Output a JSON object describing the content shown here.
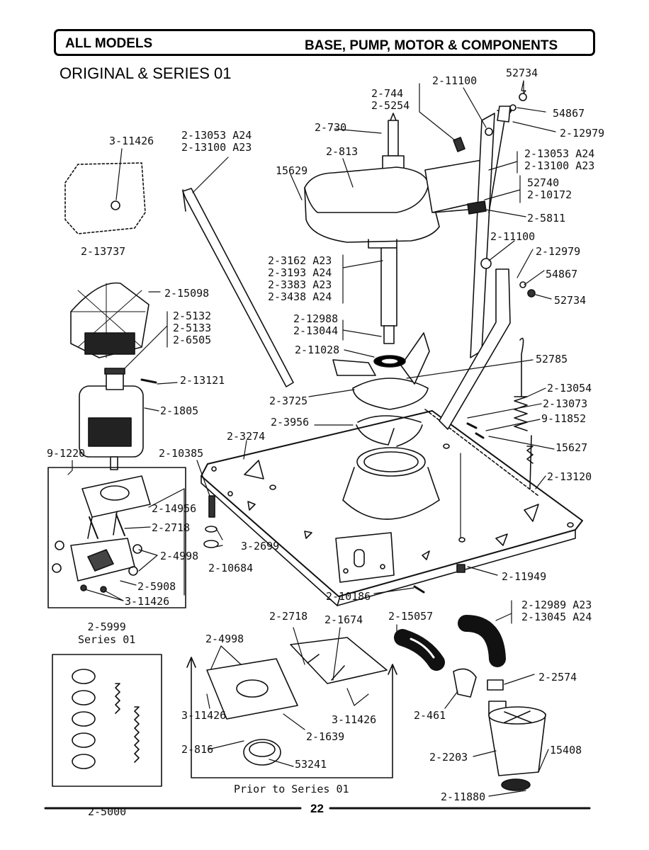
{
  "header": {
    "left": "ALL MODELS",
    "right": "BASE, PUMP, MOTOR & COMPONENTS"
  },
  "subtitle": "ORIGINAL & SERIES 01",
  "page_number": "22",
  "captions": {
    "series01": "2-5999\nSeries 01",
    "kit": "2-5000",
    "prior": "Prior to Series 01"
  },
  "labels": [
    "52734",
    "2-11100",
    "2-744\n2-5254",
    "54867",
    "2-730",
    "2-12979",
    "3-11426",
    "2-13053 A24\n2-13100 A23",
    "2-813",
    "2-13053 A24\n2-13100 A23",
    "15629",
    "52740\n2-10172",
    "2-13737",
    "2-5811",
    "2-11100",
    "2-12979",
    "2-3162 A23\n2-3193 A24\n2-3383 A23\n2-3438 A24",
    "54867",
    "2-15098",
    "52734",
    "2-5132\n2-5133\n2-6505",
    "2-12988\n2-13044",
    "2-11028",
    "52785",
    "2-13121",
    "2-13054",
    "2-3725",
    "2-13073",
    "2-1805",
    "2-3956",
    "9-11852",
    "2-3274",
    "15627",
    "9-1220",
    "2-10385",
    "2-13120",
    "2-14956",
    "2-2718",
    "3-2699",
    "2-4998",
    "2-10684",
    "2-11949",
    "2-5908",
    "3-11426",
    "2-10186",
    "2-12989 A23\n2-13045 A24",
    "2-2718",
    "2-1674",
    "2-15057",
    "2-4998",
    "2-2574",
    "3-11426",
    "2-461",
    "3-11426",
    "2-1639",
    "15408",
    "2-816",
    "2-2203",
    "53241",
    "2-11880"
  ]
}
